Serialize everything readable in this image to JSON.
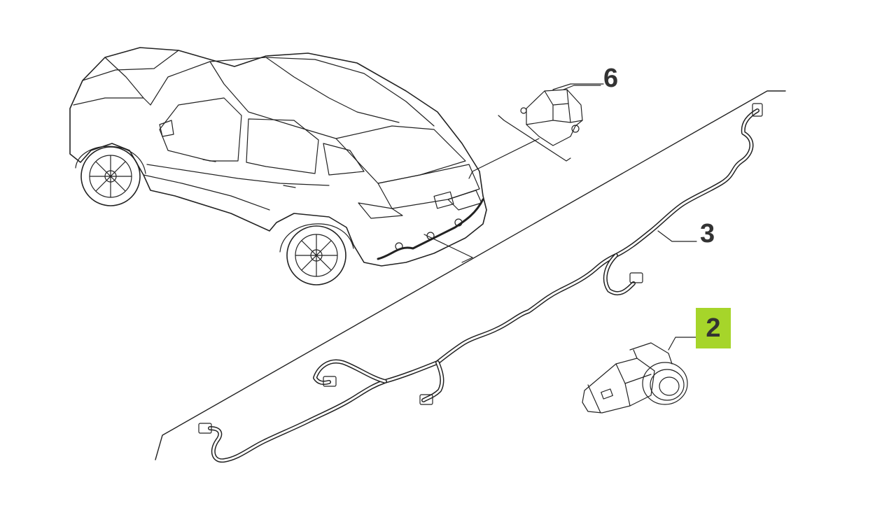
{
  "callouts": [
    {
      "id": "6",
      "label": "6",
      "highlighted": false
    },
    {
      "id": "3",
      "label": "3",
      "highlighted": false
    },
    {
      "id": "2",
      "label": "2",
      "highlighted": true
    }
  ],
  "colors": {
    "line": "#222222",
    "background": "#ffffff",
    "highlight": "#a6d52a",
    "label": "#333333"
  },
  "icons": [
    "vehicle-outline-icon",
    "wiring-harness-icon",
    "parking-sensor-icon",
    "module-bracket-icon"
  ]
}
